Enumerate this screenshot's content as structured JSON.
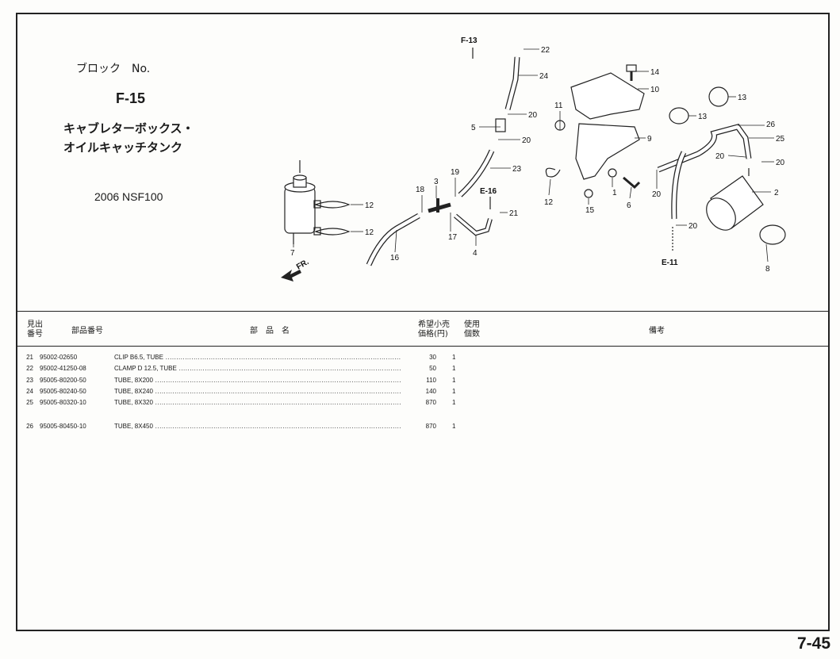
{
  "block": {
    "label": "ブロック　No.",
    "code": "F-15",
    "title_line1": "キャブレターボックス・",
    "title_line2": "オイルキャッチタンク",
    "model": "2006 NSF100"
  },
  "diagram": {
    "refs": {
      "f13": "F-13",
      "e16": "E-16",
      "e11": "E-11",
      "fr": "FR."
    },
    "callouts": [
      "1",
      "2",
      "3",
      "4",
      "5",
      "6",
      "7",
      "8",
      "9",
      "10",
      "11",
      "12",
      "12",
      "12",
      "13",
      "13",
      "14",
      "15",
      "16",
      "17",
      "18",
      "19",
      "20",
      "20",
      "20",
      "20",
      "20",
      "20",
      "21",
      "22",
      "23",
      "24",
      "25",
      "26"
    ]
  },
  "table": {
    "headers": {
      "ref_line1": "見出",
      "ref_line2": "番号",
      "part_no": "部品番号",
      "part_name": "部　品　名",
      "price_line1": "希望小売",
      "price_line2": "価格(円)",
      "qty_line1": "使用",
      "qty_line2": "個数",
      "remarks": "備考"
    },
    "rows": [
      {
        "ref": "21",
        "part": "95002-02650",
        "name": "CLIP B6.5, TUBE",
        "price": "30",
        "qty": "1"
      },
      {
        "ref": "22",
        "part": "95002-41250-08",
        "name": "CLAMP D 12.5, TUBE",
        "price": "50",
        "qty": "1"
      },
      {
        "ref": "23",
        "part": "95005-80200-50",
        "name": "TUBE, 8X200",
        "price": "110",
        "qty": "1"
      },
      {
        "ref": "24",
        "part": "95005-80240-50",
        "name": "TUBE, 8X240",
        "price": "140",
        "qty": "1"
      },
      {
        "ref": "25",
        "part": "95005-80320-10",
        "name": "TUBE, 8X320",
        "price": "870",
        "qty": "1"
      },
      {
        "ref": "26",
        "part": "95005-80450-10",
        "name": "TUBE, 8X450",
        "price": "870",
        "qty": "1"
      }
    ]
  },
  "page_number": "7-45"
}
